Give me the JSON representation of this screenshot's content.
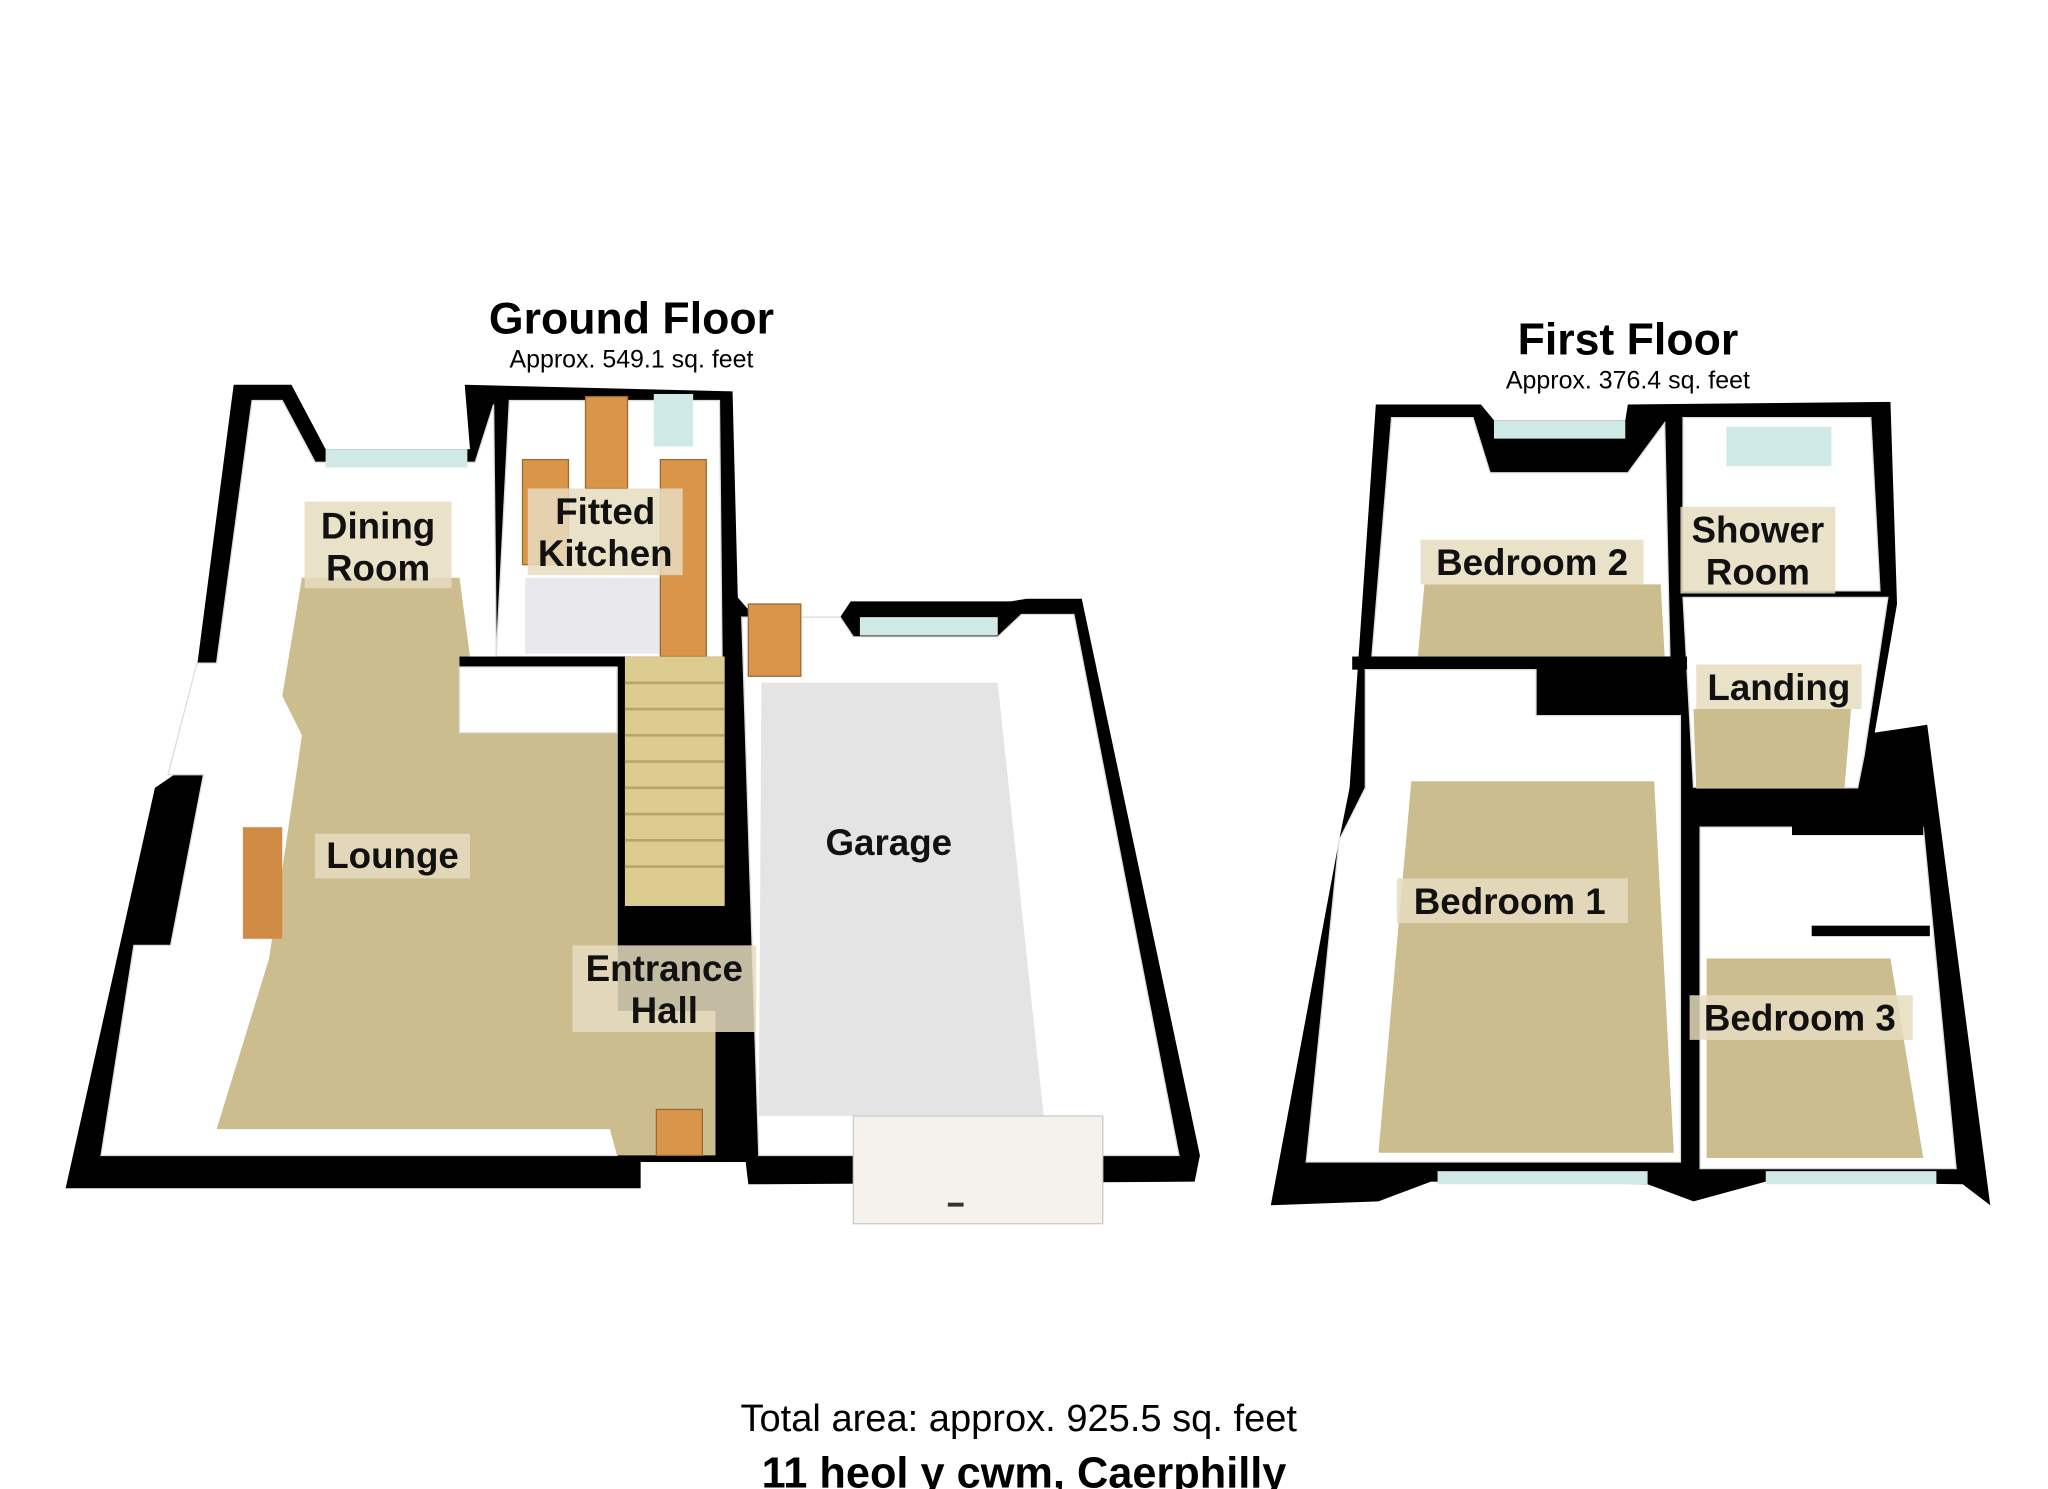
{
  "ground_floor": {
    "title": "Ground Floor",
    "area": "Approx. 549.1 sq. feet",
    "rooms": [
      {
        "line1": "Dining",
        "line2": "Room"
      },
      {
        "line1": "Fitted",
        "line2": "Kitchen"
      },
      {
        "line1": "Lounge"
      },
      {
        "line1": "Entrance",
        "line2": "Hall"
      },
      {
        "line1": "Garage"
      }
    ]
  },
  "first_floor": {
    "title": "First Floor",
    "area": "Approx. 376.4 sq. feet",
    "rooms": [
      {
        "line1": "Bedroom 2"
      },
      {
        "line1": "Shower",
        "line2": "Room"
      },
      {
        "line1": "Landing"
      },
      {
        "line1": "Bedroom 1"
      },
      {
        "line1": "Bedroom 3"
      }
    ]
  },
  "footer": {
    "total_area": "Total area: approx. 925.5 sq. feet",
    "address": "11 heol y cwm, Caerphilly"
  },
  "colors": {
    "floor": "#cbbd8e",
    "wall": "#000000",
    "garage_floor": "#e4e4e4"
  }
}
